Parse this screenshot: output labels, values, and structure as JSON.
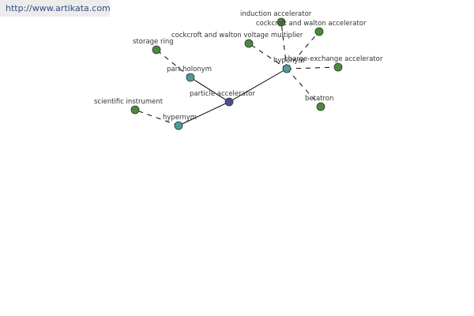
{
  "banner": {
    "url_text": "http://www.artikata.com"
  },
  "colors": {
    "node_center": "#4b4f8c",
    "node_relation": "#4f9a9c",
    "node_leaf": "#4a8a3c",
    "node_stroke": "#333333",
    "edge": "#000000"
  },
  "graph": {
    "nodes": [
      {
        "id": "particle-accelerator",
        "label": "particle accelerator",
        "kind": "center"
      },
      {
        "id": "part-holonym",
        "label": "part holonym",
        "kind": "relation"
      },
      {
        "id": "hypernym-lower",
        "label": "hypernym",
        "kind": "relation"
      },
      {
        "id": "hyponym",
        "label": "hyponym",
        "kind": "relation"
      },
      {
        "id": "storage-ring",
        "label": "storage ring",
        "kind": "leaf"
      },
      {
        "id": "scientific-instrument",
        "label": "scientific instrument",
        "kind": "leaf"
      },
      {
        "id": "induction-accelerator",
        "label": "induction accelerator",
        "kind": "leaf"
      },
      {
        "id": "cockcroft-walton-accelerator",
        "label": "cockcroft and walton accelerator",
        "kind": "leaf"
      },
      {
        "id": "cockcroft-walton-multiplier",
        "label": "cockcroft and walton voltage multiplier",
        "kind": "leaf"
      },
      {
        "id": "charge-exchange-accelerator",
        "label": "charge-exchange accelerator",
        "kind": "leaf"
      },
      {
        "id": "betatron",
        "label": "betatron",
        "kind": "leaf"
      }
    ],
    "edges": [
      {
        "from": "particle-accelerator",
        "to": "part-holonym",
        "style": "solid"
      },
      {
        "from": "particle-accelerator",
        "to": "hypernym-lower",
        "style": "solid"
      },
      {
        "from": "particle-accelerator",
        "to": "hyponym",
        "style": "solid"
      },
      {
        "from": "part-holonym",
        "to": "storage-ring",
        "style": "dashed"
      },
      {
        "from": "hypernym-lower",
        "to": "scientific-instrument",
        "style": "dashed"
      },
      {
        "from": "hyponym",
        "to": "induction-accelerator",
        "style": "dashed"
      },
      {
        "from": "hyponym",
        "to": "cockcroft-walton-accelerator",
        "style": "dashed"
      },
      {
        "from": "hyponym",
        "to": "cockcroft-walton-multiplier",
        "style": "dashed"
      },
      {
        "from": "hyponym",
        "to": "charge-exchange-accelerator",
        "style": "dashed"
      },
      {
        "from": "hyponym",
        "to": "betatron",
        "style": "dashed"
      }
    ]
  }
}
